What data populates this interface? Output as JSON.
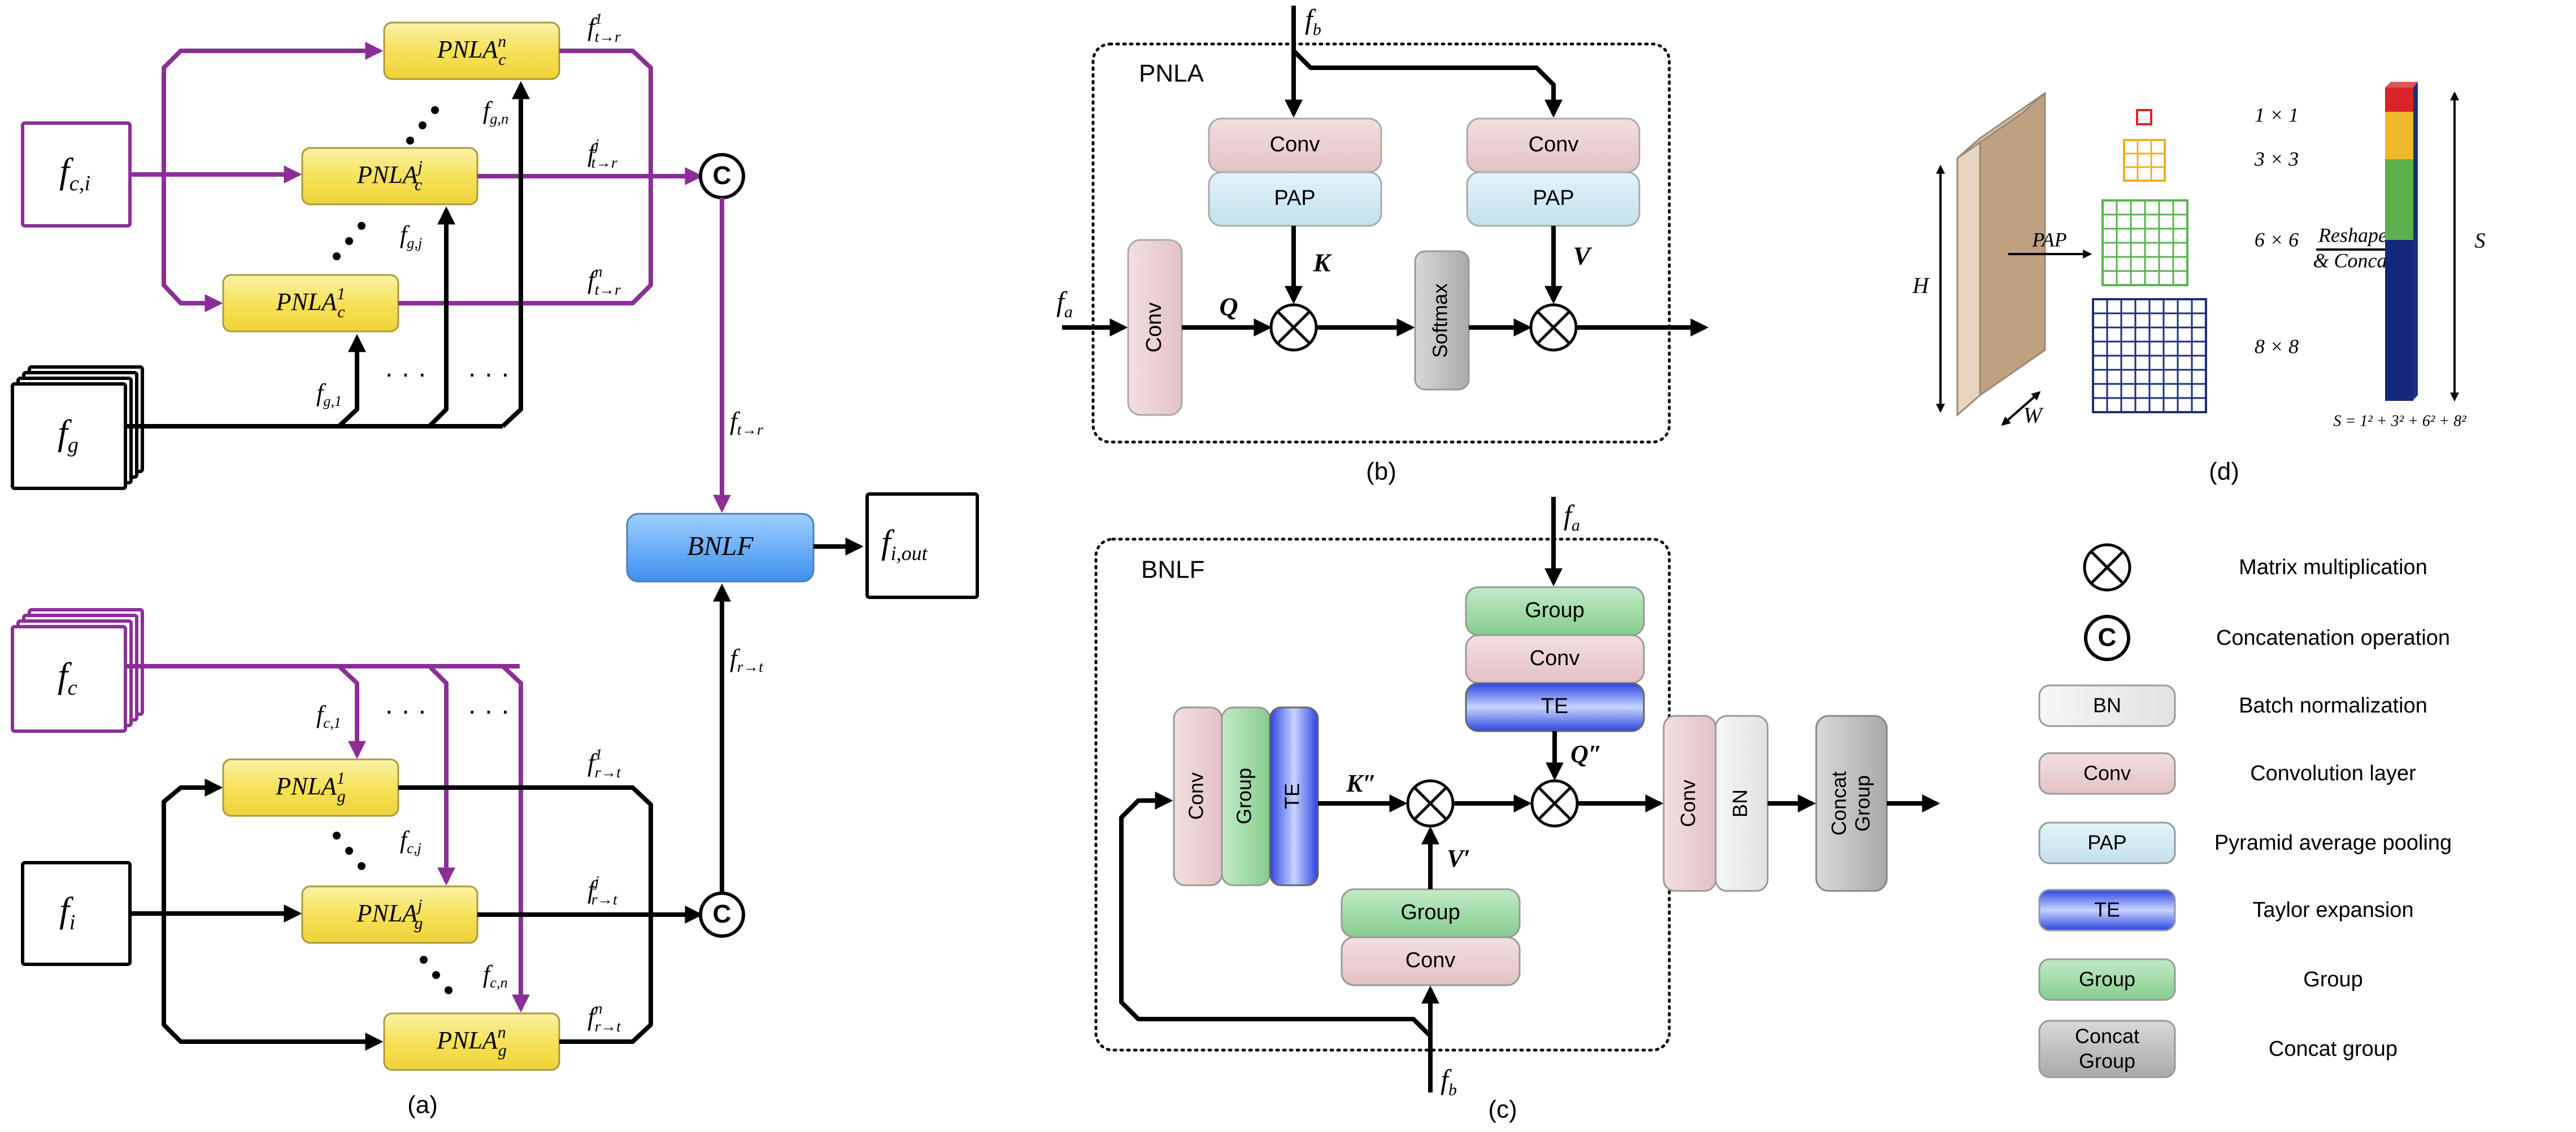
{
  "panel_a": {
    "caption": "(a)",
    "inputs": {
      "fci": "c,i",
      "fg": "g",
      "fc": "c",
      "fi": "i"
    },
    "output": "i,out",
    "upper_modules": [
      {
        "base": "PNLA",
        "sub": "c",
        "sup": "n"
      },
      {
        "base": "PNLA",
        "sub": "c",
        "sup": "j"
      },
      {
        "base": "PNLA",
        "sub": "c",
        "sup": "1"
      }
    ],
    "lower_modules": [
      {
        "base": "PNLA",
        "sub": "g",
        "sup": "1"
      },
      {
        "base": "PNLA",
        "sub": "g",
        "sup": "j"
      },
      {
        "base": "PNLA",
        "sub": "g",
        "sup": "n"
      }
    ],
    "upper_out_labels": [
      {
        "sub": "t→r",
        "sup": "1"
      },
      {
        "sub": "t→r",
        "sup": "j"
      },
      {
        "sub": "t→r",
        "sup": "n"
      }
    ],
    "lower_out_labels": [
      {
        "sub": "r→t",
        "sup": "1"
      },
      {
        "sub": "r→t",
        "sup": "j"
      },
      {
        "sub": "r→t",
        "sup": "n"
      }
    ],
    "upper_side_labels": [
      "g,n",
      "g,j",
      "g,1"
    ],
    "lower_side_labels": [
      "c,1",
      "c,j",
      "c,n"
    ],
    "ellipsis": "· · ·",
    "concat_symbol": "C",
    "bnlf_label": "BNLF",
    "f_tr": "t→r",
    "f_rt": "r→t"
  },
  "panel_b": {
    "caption": "(b)",
    "title": "PNLA",
    "conv": "Conv",
    "pap": "PAP",
    "softmax": "Softmax",
    "label_fb": "b",
    "label_fa": "a",
    "label_q": "Q",
    "label_k": "K",
    "label_v": "V"
  },
  "panel_c": {
    "caption": "(c)",
    "title": "BNLF",
    "group": "Group",
    "conv": "Conv",
    "te": "TE",
    "bn": "BN",
    "concat_group": [
      "Concat",
      "Group"
    ],
    "label_fa": "a",
    "label_fb": "b",
    "label_q2": "Q″",
    "label_k2": "K″",
    "label_v1": "V′"
  },
  "panel_d": {
    "caption": "(d)",
    "pap": "PAP",
    "h": "H",
    "w": "W",
    "s": "S",
    "reshape": [
      "Reshape",
      "& Concat"
    ],
    "grids": [
      "1 × 1",
      "3 × 3",
      "6 × 6",
      "8 × 8"
    ],
    "formula": "S = 1² + 3² + 6² + 8²"
  },
  "legend": [
    {
      "key": "matmul",
      "text": "Matrix multiplication"
    },
    {
      "key": "concat",
      "text": "Concatenation operation",
      "symbol": "C"
    },
    {
      "key": "bn",
      "box": "BN",
      "text": "Batch normalization"
    },
    {
      "key": "conv",
      "box": "Conv",
      "text": "Convolution layer"
    },
    {
      "key": "pap",
      "box": "PAP",
      "text": "Pyramid average pooling"
    },
    {
      "key": "te",
      "box": "TE",
      "text": "Taylor expansion"
    },
    {
      "key": "group",
      "box": "Group",
      "text": "Group"
    },
    {
      "key": "cgroup",
      "box": [
        "Concat",
        "Group"
      ],
      "text": "Concat group"
    }
  ],
  "colors": {
    "purple": "#8b2f96",
    "yellow": "#f5df4a",
    "bnlf_blue": "#4a9cf2",
    "conv_pink": "#ead0d2",
    "pap_cyan": "#cfe8f2",
    "te_blue": "#3a55e8",
    "group_green": "#93d39a",
    "bn_gray": "#eeeeee",
    "concat_gray": "#b7b7b7",
    "cube_tan": "#bfa081"
  }
}
